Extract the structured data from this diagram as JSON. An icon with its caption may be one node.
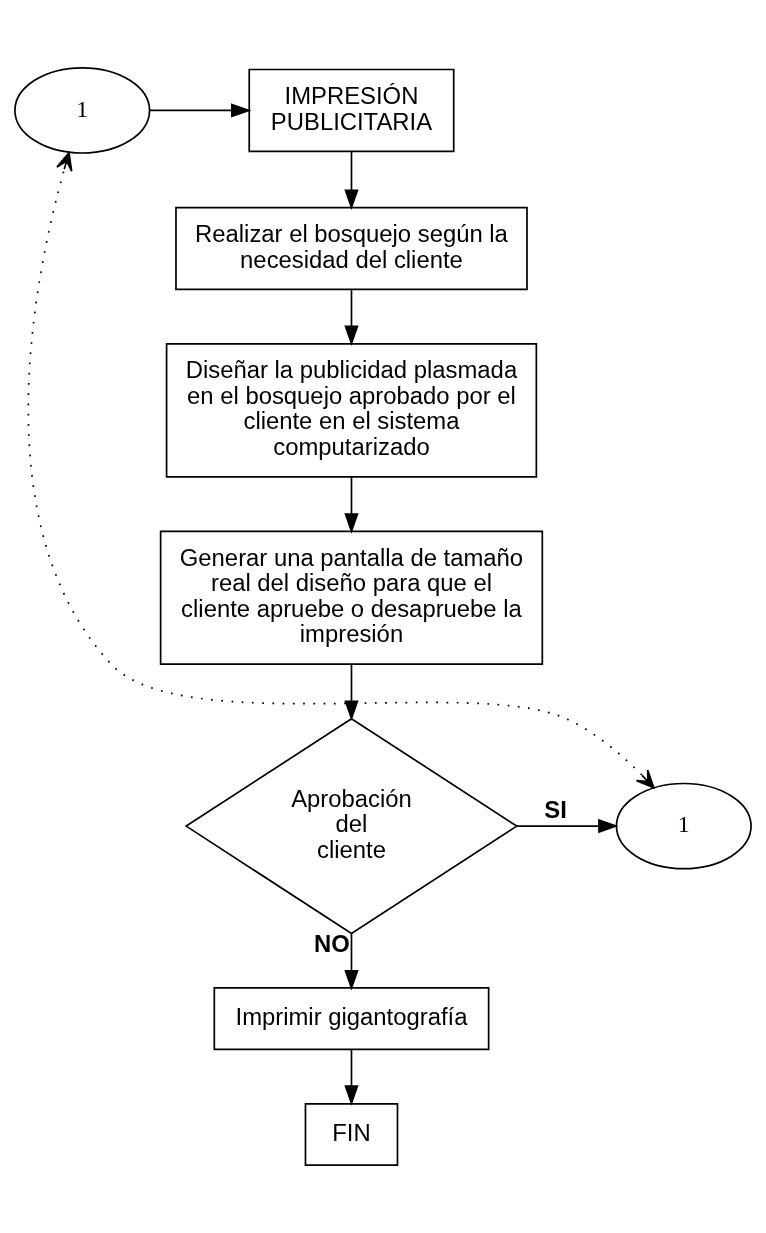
{
  "diagram": {
    "nodes": [
      {
        "text": [
          "1"
        ]
      },
      {
        "text": [
          "IMPRESIÓN PUBLICITARIA"
        ]
      },
      {
        "text": [
          "Realizar el bosquejo según la necesidad del cliente"
        ]
      },
      {
        "text": [
          "Diseñar la publicidad plasmada en el bosquejo aprobado por el cliente en el sistema computarizado"
        ]
      },
      {
        "text": [
          "Generar una pantalla de tamaño real del diseño para que el cliente apruebe o desapruebe la impresión"
        ]
      },
      {
        "text": [
          "1"
        ]
      },
      {
        "text": [
          "Aprobación del cliente"
        ]
      },
      {
        "text": [
          "Imprimir gigantografía"
        ]
      },
      {
        "text": [
          "FIN"
        ]
      }
    ],
    "edges": [
      {
        "from": 0,
        "to": 1,
        "arrow": "to"
      },
      {
        "from": 1,
        "to": 2,
        "arrow": "to"
      },
      {
        "from": 2,
        "to": 3,
        "arrow": "to"
      },
      {
        "from": 3,
        "to": 4,
        "arrow": "to"
      },
      {
        "from": 4,
        "to": 6,
        "arrow": "to"
      },
      {
        "from": 6,
        "to": 5,
        "arrow": "to",
        "label": "SI"
      },
      {
        "from": 6,
        "to": 7,
        "arrow": "to",
        "label": "NO"
      },
      {
        "from": 7,
        "to": 8,
        "arrow": "to"
      },
      {
        "from": 5,
        "to": 0,
        "arrow": "both",
        "style": "dashed"
      }
    ]
  }
}
